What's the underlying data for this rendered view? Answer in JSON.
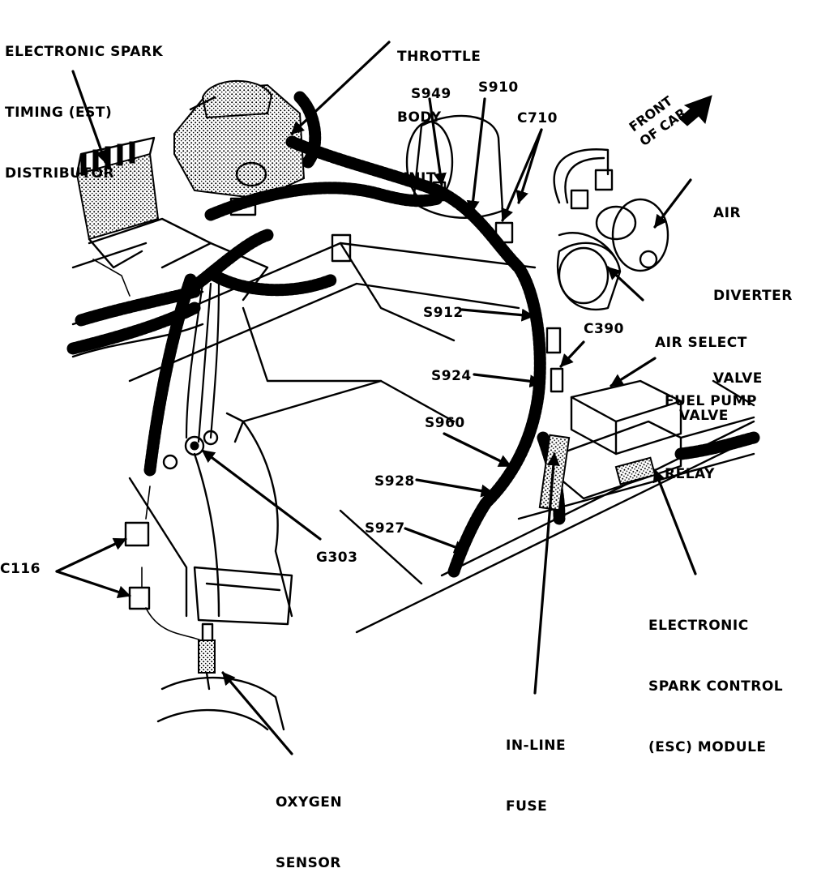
{
  "labels": {
    "est_distributor": [
      "ELECTRONIC SPARK",
      "TIMING (EST)",
      "DISTRIBUTOR"
    ],
    "throttle_body": [
      "THROTTLE",
      "BODY",
      "UNIT"
    ],
    "s949": "S949",
    "s910": "S910",
    "c710": "C710",
    "front_of_car": [
      "FRONT",
      "OF CAR"
    ],
    "air_diverter": [
      "AIR",
      "DIVERTER",
      "VALVE"
    ],
    "air_select": [
      "AIR SELECT",
      "VALVE"
    ],
    "s912": "S912",
    "c390": "C390",
    "fuel_pump_relay": [
      "FUEL PUMP",
      "RELAY"
    ],
    "s924": "S924",
    "s960": "S960",
    "s928": "S928",
    "s927": "S927",
    "c116": "C116",
    "g303": "G303",
    "esc_module": [
      "ELECTRONIC",
      "SPARK CONTROL",
      "(ESC) MODULE"
    ],
    "inline_fuse": [
      "IN-LINE",
      "FUSE"
    ],
    "oxygen_sensor": [
      "OXYGEN",
      "SENSOR"
    ]
  }
}
